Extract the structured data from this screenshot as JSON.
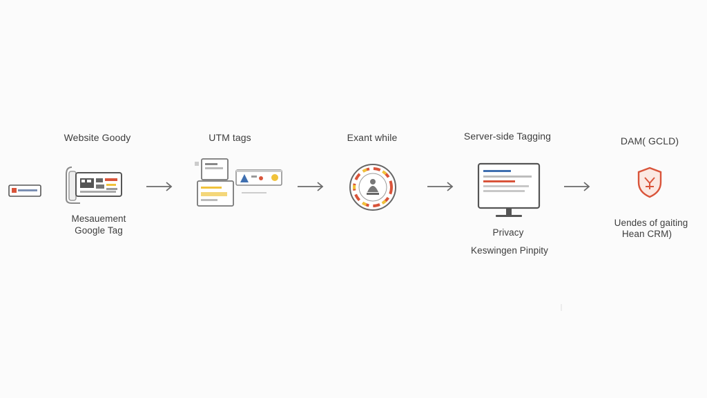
{
  "steps": [
    {
      "title": "Website Goody",
      "caption_lines": [
        "Mesauement",
        "Google Tag"
      ]
    },
    {
      "title": "UTM tags",
      "caption_lines": []
    },
    {
      "title": "Exant while",
      "caption_lines": []
    },
    {
      "title": "Server-side Tagging",
      "caption_lines": [
        "Privacy",
        "Keswingen Pinpity"
      ]
    },
    {
      "title": "DAM( GCLD)",
      "caption_lines": [
        "Uendes of gaiting",
        "Hean CRM)"
      ]
    }
  ],
  "colors": {
    "accent_red": "#d9543a",
    "accent_blue": "#3f6fb0",
    "accent_yellow": "#f0c23a",
    "line": "#6a6a6a"
  },
  "icons": [
    "badge-icon",
    "tablet-dashboard-icon",
    "utm-screens-icon",
    "privacy-ring-icon",
    "server-monitor-icon",
    "shield-icon"
  ]
}
